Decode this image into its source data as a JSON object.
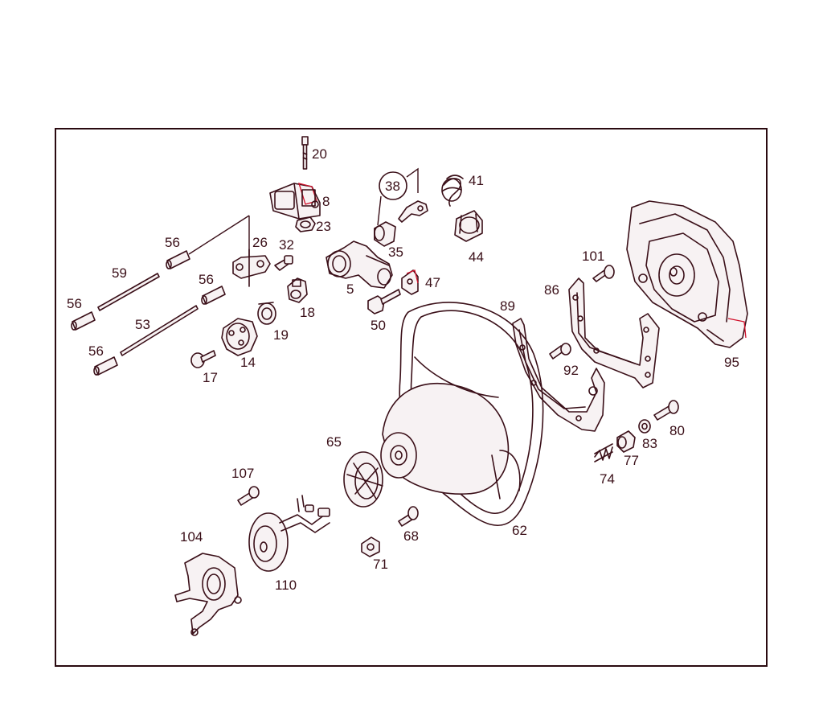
{
  "diagram": {
    "parts": [
      {
        "id": "p20",
        "label": "20"
      },
      {
        "id": "p8",
        "label": "8"
      },
      {
        "id": "p23",
        "label": "23"
      },
      {
        "id": "p38",
        "label": "38"
      },
      {
        "id": "p41",
        "label": "41"
      },
      {
        "id": "p35",
        "label": "35"
      },
      {
        "id": "p44",
        "label": "44"
      },
      {
        "id": "p26",
        "label": "26"
      },
      {
        "id": "p32",
        "label": "32"
      },
      {
        "id": "p56a",
        "label": "56"
      },
      {
        "id": "p59",
        "label": "59"
      },
      {
        "id": "p56b",
        "label": "56"
      },
      {
        "id": "p56c",
        "label": "56"
      },
      {
        "id": "p53",
        "label": "53"
      },
      {
        "id": "p56d",
        "label": "56"
      },
      {
        "id": "p5",
        "label": "5"
      },
      {
        "id": "p47",
        "label": "47"
      },
      {
        "id": "p18",
        "label": "18"
      },
      {
        "id": "p50",
        "label": "50"
      },
      {
        "id": "p19",
        "label": "19"
      },
      {
        "id": "p14",
        "label": "14"
      },
      {
        "id": "p17",
        "label": "17"
      },
      {
        "id": "p101",
        "label": "101"
      },
      {
        "id": "p86",
        "label": "86"
      },
      {
        "id": "p89",
        "label": "89"
      },
      {
        "id": "p95",
        "label": "95"
      },
      {
        "id": "p92",
        "label": "92"
      },
      {
        "id": "p80",
        "label": "80"
      },
      {
        "id": "p83",
        "label": "83"
      },
      {
        "id": "p77",
        "label": "77"
      },
      {
        "id": "p74",
        "label": "74"
      },
      {
        "id": "p65",
        "label": "65"
      },
      {
        "id": "p62",
        "label": "62"
      },
      {
        "id": "p107",
        "label": "107"
      },
      {
        "id": "p68",
        "label": "68"
      },
      {
        "id": "p104",
        "label": "104"
      },
      {
        "id": "p71",
        "label": "71"
      },
      {
        "id": "p110",
        "label": "110"
      }
    ]
  }
}
